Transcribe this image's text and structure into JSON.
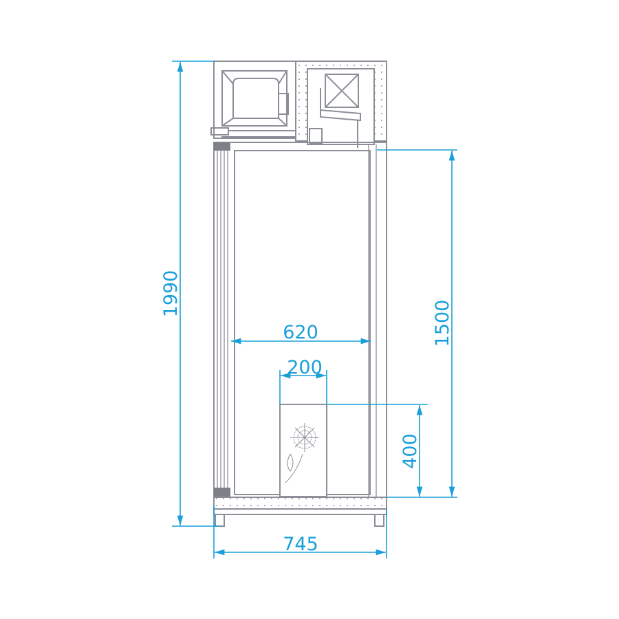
{
  "colors": {
    "outline": "#8c8f98",
    "dimension": "#1a9fd9"
  },
  "dimensions": {
    "total_height": "1990",
    "door_opening_height": "1500",
    "inner_width": "620",
    "panel_width": "200",
    "panel_height": "400",
    "total_width": "745"
  }
}
